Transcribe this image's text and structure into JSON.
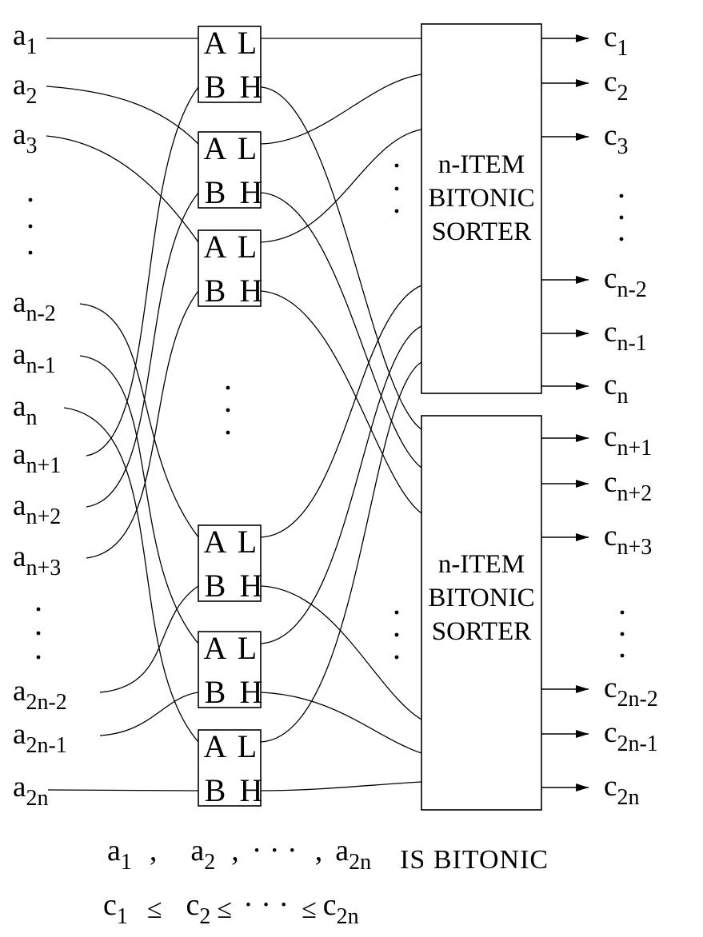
{
  "diagram": {
    "title": "bitonic merging network",
    "colors": {
      "ink": "#000000",
      "background": "#ffffff"
    },
    "inputs": [
      {
        "base": "a",
        "sub": "1"
      },
      {
        "base": "a",
        "sub": "2"
      },
      {
        "base": "a",
        "sub": "3"
      },
      {
        "base": "a",
        "sub": "n-2"
      },
      {
        "base": "a",
        "sub": "n-1"
      },
      {
        "base": "a",
        "sub": "n"
      },
      {
        "base": "a",
        "sub": "n+1"
      },
      {
        "base": "a",
        "sub": "n+2"
      },
      {
        "base": "a",
        "sub": "n+3"
      },
      {
        "base": "a",
        "sub": "2n-2"
      },
      {
        "base": "a",
        "sub": "2n-1"
      },
      {
        "base": "a",
        "sub": "2n"
      }
    ],
    "outputs": [
      {
        "base": "c",
        "sub": "1"
      },
      {
        "base": "c",
        "sub": "2"
      },
      {
        "base": "c",
        "sub": "3"
      },
      {
        "base": "c",
        "sub": "n-2"
      },
      {
        "base": "c",
        "sub": "n-1"
      },
      {
        "base": "c",
        "sub": "n"
      },
      {
        "base": "c",
        "sub": "n+1"
      },
      {
        "base": "c",
        "sub": "n+2"
      },
      {
        "base": "c",
        "sub": "n+3"
      },
      {
        "base": "c",
        "sub": "2n-2"
      },
      {
        "base": "c",
        "sub": "2n-1"
      },
      {
        "base": "c",
        "sub": "2n"
      }
    ],
    "comparator_labels": {
      "a": "A",
      "l": "L",
      "b": "B",
      "h": "H"
    },
    "sorters": [
      {
        "lines": [
          "n-ITEM",
          "BITONIC",
          "SORTER"
        ]
      },
      {
        "lines": [
          "n-ITEM",
          "BITONIC",
          "SORTER"
        ]
      }
    ],
    "ellipsis": "· · ·",
    "caption": {
      "line1": {
        "a1": {
          "base": "a",
          "sub": "1"
        },
        "comma1": ",",
        "a2": {
          "base": "a",
          "sub": "2"
        },
        "comma2": ",",
        "dots": "· · ·",
        "comma3": ",",
        "a2n": {
          "base": "a",
          "sub": "2n"
        },
        "statement": "IS BITONIC"
      },
      "line2": {
        "c1": {
          "base": "c",
          "sub": "1"
        },
        "le1": "≤",
        "c2": {
          "base": "c",
          "sub": "2"
        },
        "le2": "≤",
        "dots": "· · ·",
        "le3": "≤",
        "c2n": {
          "base": "c",
          "sub": "2n"
        }
      }
    }
  }
}
